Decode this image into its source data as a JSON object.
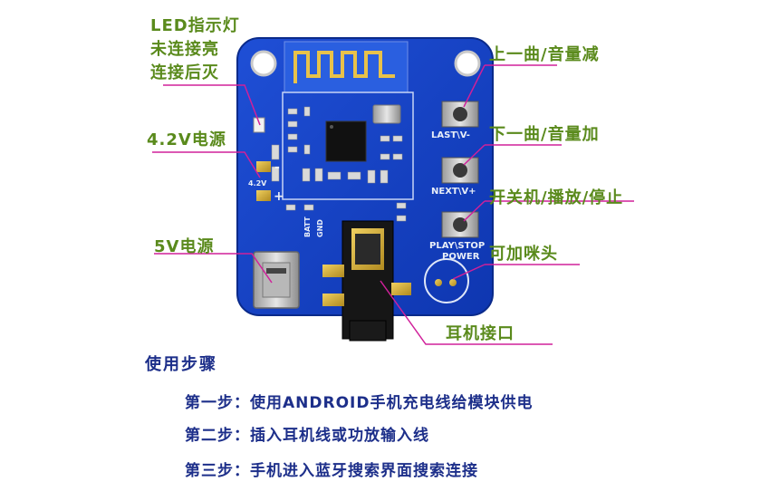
{
  "labels": {
    "led_line1": "LED指示灯",
    "led_line2": "未连接亮",
    "led_line3": "连接后灭",
    "power_42v": "4.2V电源",
    "power_5v": "5V电源",
    "prev_vol_down": "上一曲/音量减",
    "next_vol_up": "下一曲/音量加",
    "power_play_stop": "开关机/播放/停止",
    "mic_option": "可加咪头",
    "headphone_jack": "耳机接口"
  },
  "board_silk": {
    "last": "LAST\\V-",
    "next": "NEXT\\V+",
    "play_stop": "PLAY\\STOP",
    "power": "POWER",
    "minus": "-",
    "plus": "+",
    "batt_voltage": "4.2V",
    "batt": "BATT",
    "gnd": "GND"
  },
  "instructions": {
    "title": "使用步骤",
    "steps": [
      "第一步：使用ANDROID手机充电线给模块供电",
      "第二步：插入耳机线或功放输入线",
      "第三步：手机进入蓝牙搜索界面搜索连接"
    ]
  }
}
